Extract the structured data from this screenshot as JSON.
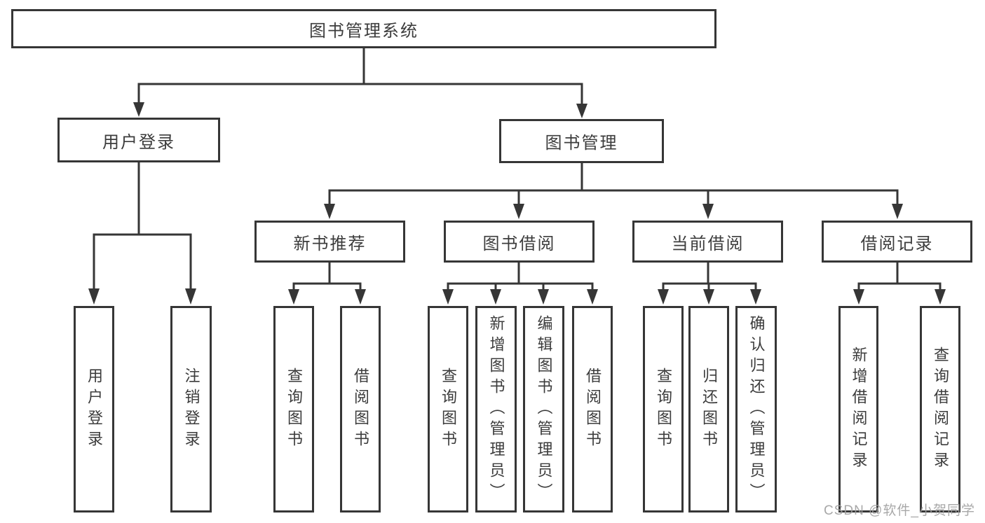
{
  "diagram": {
    "root": {
      "label": "图书管理系统"
    },
    "level2": [
      {
        "label": "用户登录"
      },
      {
        "label": "图书管理"
      }
    ],
    "level3": [
      {
        "label": "新书推荐"
      },
      {
        "label": "图书借阅"
      },
      {
        "label": "当前借阅"
      },
      {
        "label": "借阅记录"
      }
    ],
    "level4": [
      {
        "label": "用户登录"
      },
      {
        "label": "注销登录"
      },
      {
        "label": "查询图书"
      },
      {
        "label": "借阅图书"
      },
      {
        "label": "查询图书"
      },
      {
        "label": "新增图书（管理员）"
      },
      {
        "label": "编辑图书（管理员）"
      },
      {
        "label": "借阅图书"
      },
      {
        "label": "查询图书"
      },
      {
        "label": "归还图书"
      },
      {
        "label": "确认归还（管理员）"
      },
      {
        "label": "新增借阅记录"
      },
      {
        "label": "查询借阅记录"
      }
    ]
  },
  "colors": {
    "line": "#363636",
    "text": "#3c3c3c",
    "box_background": "#ffffff",
    "watermark": "#9e9e9e"
  },
  "watermark": {
    "text": "CSDN @软件_小贺同学"
  }
}
